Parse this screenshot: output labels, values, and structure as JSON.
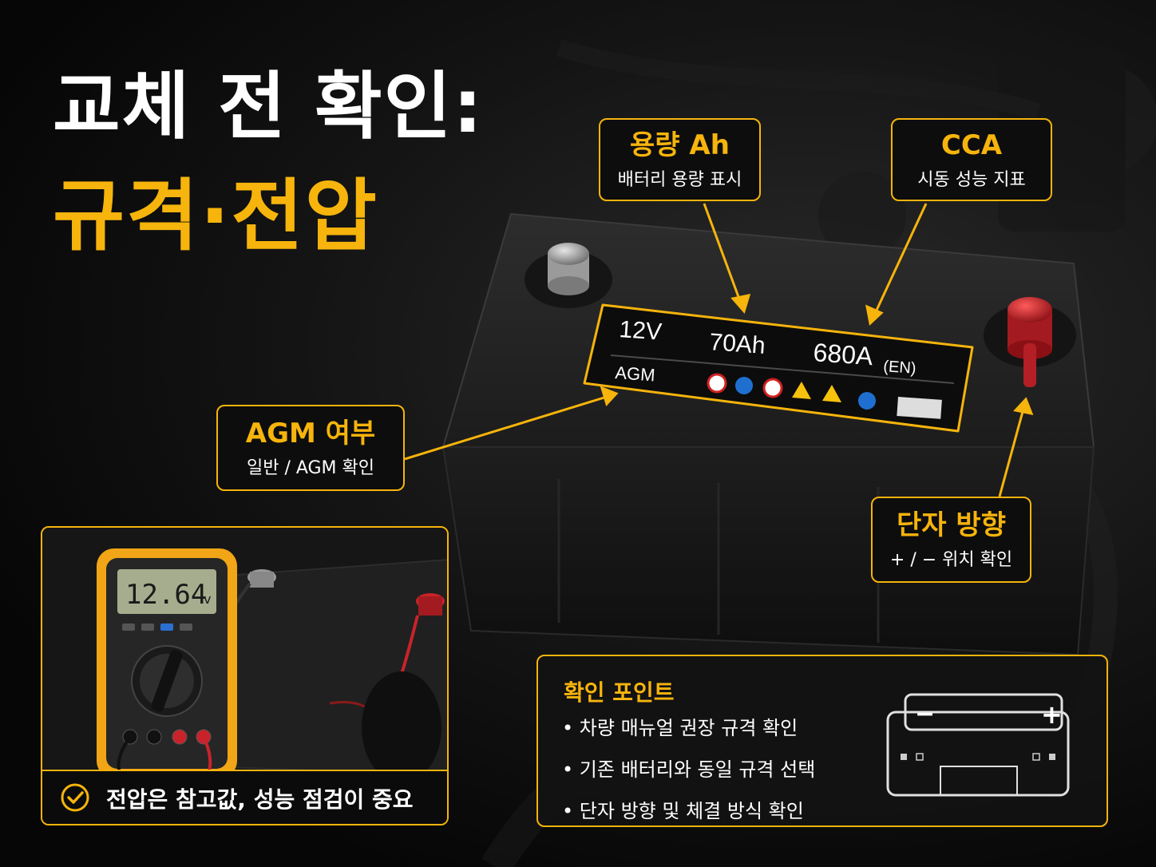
{
  "title": {
    "line1": "교체 전 확인:",
    "line2": "규격·전압"
  },
  "callouts": {
    "capacity": {
      "heading": "용량 Ah",
      "sub": "배터리 용량 표시"
    },
    "cca": {
      "heading": "CCA",
      "sub": "시동 성능 지표"
    },
    "agm": {
      "heading": "AGM 여부",
      "sub": "일반 / AGM 확인"
    },
    "terminal": {
      "heading": "단자 방향",
      "sub": "+ / − 위치 확인"
    }
  },
  "battery_label": {
    "voltage": "12V",
    "capacity": "70Ah",
    "cca": "680A",
    "cca_unit": "(EN)",
    "type": "AGM"
  },
  "multimeter": {
    "reading": "12.64",
    "unit": "v"
  },
  "inset_caption": "전압은 참고값, 성능 점검이 중요",
  "checkpoints": {
    "heading": "확인 포인트",
    "items": [
      "차량 매뉴얼 권장 규격 확인",
      "기존 배터리와 동일 규격 선택",
      "단자 방향 및 체결 방식 확인"
    ]
  },
  "diagram": {
    "minus": "−",
    "plus": "+"
  },
  "colors": {
    "accent": "#f6b40c",
    "terminal_red": "#c8232a"
  }
}
